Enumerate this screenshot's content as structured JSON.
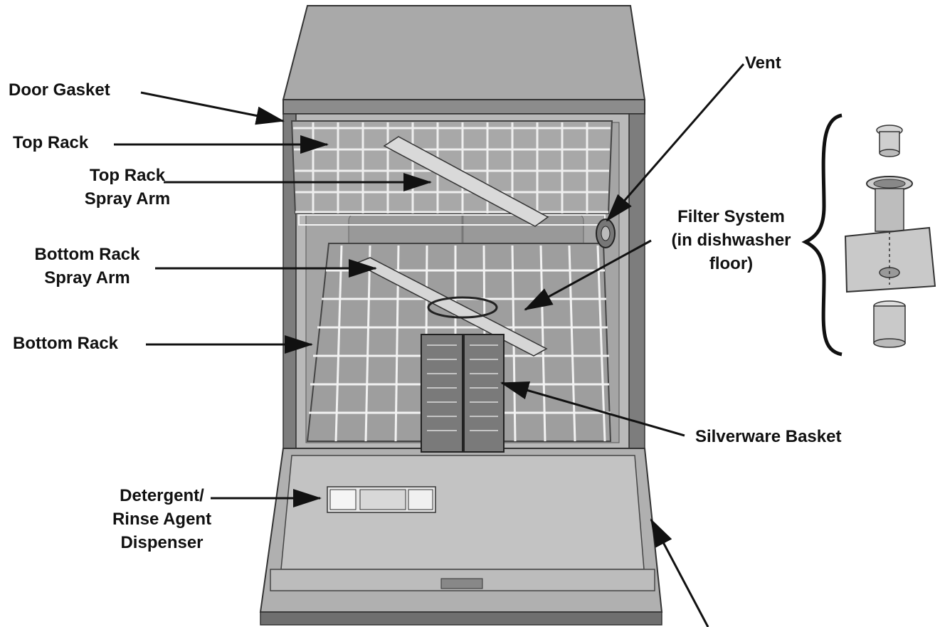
{
  "diagram": {
    "labels": {
      "door_gasket": "Door Gasket",
      "top_rack": "Top Rack",
      "top_rack_spray_arm": [
        "Top Rack",
        "Spray Arm"
      ],
      "bottom_rack_spray_arm": [
        "Bottom Rack",
        "Spray Arm"
      ],
      "bottom_rack": "Bottom Rack",
      "detergent_dispenser": [
        "Detergent/",
        "Rinse Agent",
        "Dispenser"
      ],
      "vent": "Vent",
      "filter_system": [
        "Filter System",
        "(in dishwasher",
        "floor)"
      ],
      "silverware_basket": "Silverware Basket"
    }
  }
}
